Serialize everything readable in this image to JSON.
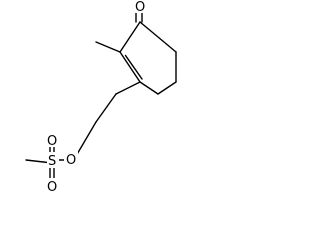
{
  "molecule": {
    "atoms": {
      "carbonyl_oxygen": "O",
      "ester_oxygen": "O",
      "sulfur": "S",
      "sulfonyl_oxygen_upper": "O",
      "sulfonyl_oxygen_lower": "O"
    },
    "colors": {
      "ink": "#000000",
      "background": "#ffffff"
    }
  }
}
